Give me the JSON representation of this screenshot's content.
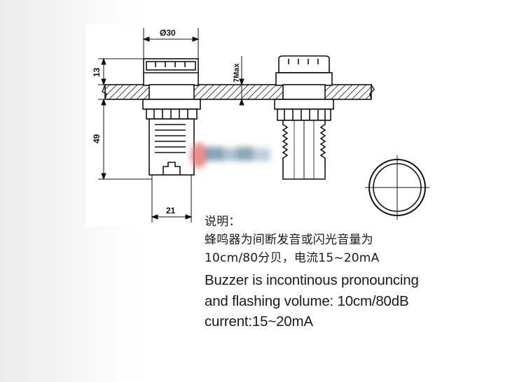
{
  "dimensions": {
    "diameter": "Ø30",
    "top_height": "13",
    "body_height": "49",
    "width": "21",
    "max_panel": "7Max"
  },
  "notes": {
    "cn_title": "说明：",
    "cn_line1": "蜂鸣器为间断发音或闪光音量为",
    "cn_line2": "10cm/80分贝，电流15~20mA",
    "en_line1": "Buzzer is incontinous pronouncing",
    "en_line2": "and flashing volume:   10cm/80dB",
    "en_line3": "current:15~20mA"
  }
}
